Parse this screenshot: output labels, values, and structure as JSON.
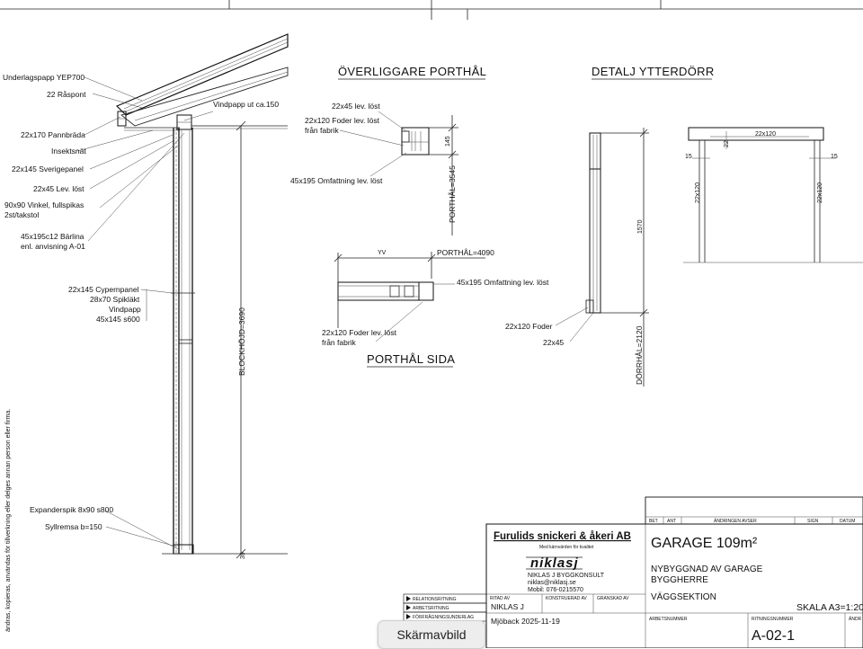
{
  "detail_labels": {
    "underlagspapp": "Underlagspapp YEP700",
    "raspont": "22 Råspont",
    "vindpapp_ut": "Vindpapp ut ca.150",
    "pannbrada": "22x170 Pannbräda",
    "insektsnat": "Insektsnät",
    "sverigepanel": "22x145 Sverigepanel",
    "lev_lost": "22x45 Lev. löst",
    "vinkel1": "90x90 Vinkel, fullspikas",
    "vinkel2": "2st/takstol",
    "barlina1": "45x195c12 Bärlina",
    "barlina2": "enl. anvisning A-01",
    "cypern": "22x145 Cypernpanel",
    "spiklakt": "28x70 Spikläkt",
    "vindpapp": "Vindpapp",
    "regel": "45x145 s600",
    "expanderspik": "Expanderspik 8x90 s800",
    "syllremsa": "Syllremsa b=150",
    "blockhojd": "BLOCKHÖJD=3690",
    "dim_39": "39"
  },
  "overliggare": {
    "title": "ÖVERLIGGARE PORTHÅL",
    "l1": "22x45 lev. löst",
    "l2a": "22x120 Foder lev. löst",
    "l2b": "från fabrik",
    "l3": "45x195 Omfattning lev. löst",
    "dim_145": "145",
    "porthal_h": "PORTHÅL=3545"
  },
  "porthal_sida": {
    "title": "PORTHÅL SIDA",
    "yv": "YV",
    "porthal_w": "PORTHÅL=4090",
    "l1": "45x195 Omfattning lev. löst",
    "l2a": "22x120 Foder lev. löst",
    "l2b": "från fabrik"
  },
  "ytterdorr": {
    "title": "DETALJ YTTERDÖRR",
    "dim_1570": "1570",
    "dorrhal": "DÖRRHÅL=2120",
    "foder": "22x120 Foder",
    "l22x45": "22x45",
    "dim_22x120_top": "22x120",
    "dim_22": "22",
    "dim_15a": "15",
    "dim_15b": "15",
    "dim_22x120_left": "22x120",
    "dim_22x120_right": "22x120"
  },
  "side_note": "ändras, kopieras, användas för tillverkning eller delges annan person eller firma.",
  "revision_header": {
    "bet": "BET",
    "ant": "ANT",
    "andring": "ÄNDRINGEN AVSER",
    "sign": "SIGN",
    "datum": "DATUM"
  },
  "title_block": {
    "company": "Furulids snickeri & åkeri AB",
    "company_sub": "Med kärnvärden för kvalitet",
    "logo_text": "niklasj",
    "consultant": "NIKLAS J BYGGKONSULT",
    "email": "niklas@niklasj.se",
    "mobile": "Mobil: 076-0215570",
    "project": "GARAGE 109m²",
    "desc1": "NYBYGGNAD AV GARAGE",
    "desc2": "BYGGHERRE",
    "desc3": "VÄGGSEKTION",
    "scale": "SKALA A3=1:20",
    "ritad_av_lbl": "RITAD AV",
    "konstruerad_lbl": "KONSTRUERAD AV",
    "granskad_lbl": "GRANSKAD AV",
    "ritad_av": "NIKLAS J",
    "place_date": "Mjöback 2025-11-19",
    "arbetsnummer_lbl": "ARBETSNUMMER",
    "ritningsnummer_lbl": "RITNINGSNUMMER",
    "andr_lbl": "ÄNDR",
    "ritningsnummer": "A-02-1",
    "status_options": [
      "RELATIONSRITNING",
      "ARBETSRITNING",
      "FÖRFRÅGNINGSUNDERLAG"
    ]
  },
  "overlay": {
    "screenshot_label": "Skärmavbild"
  }
}
